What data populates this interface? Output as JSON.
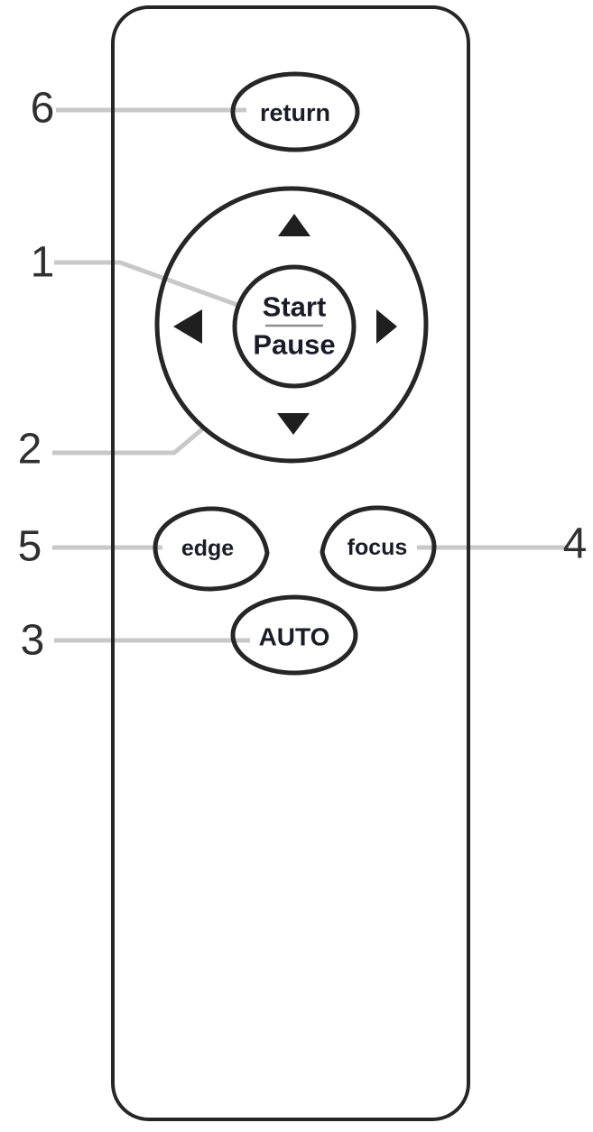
{
  "figure": {
    "type": "remote-control-diagram",
    "background_color": "#ffffff",
    "outline_color": "#262626",
    "leader_line_color": "#c8c8c8",
    "button_text_color": "#1c1c28",
    "callout_number_color": "#303030",
    "buttons": {
      "return_label": "return",
      "start_label": "Start",
      "pause_label": "Pause",
      "edge_label": "edge",
      "focus_label": "focus",
      "auto_label": "AUTO",
      "dpad_arrows": [
        "arrow-up-icon",
        "arrow-right-icon",
        "arrow-down-icon",
        "arrow-left-icon"
      ]
    },
    "callouts": [
      {
        "number": "1",
        "target": "start-pause-button"
      },
      {
        "number": "2",
        "target": "dpad-ring"
      },
      {
        "number": "3",
        "target": "auto-button"
      },
      {
        "number": "4",
        "target": "focus-button"
      },
      {
        "number": "5",
        "target": "edge-button"
      },
      {
        "number": "6",
        "target": "return-button"
      }
    ]
  }
}
